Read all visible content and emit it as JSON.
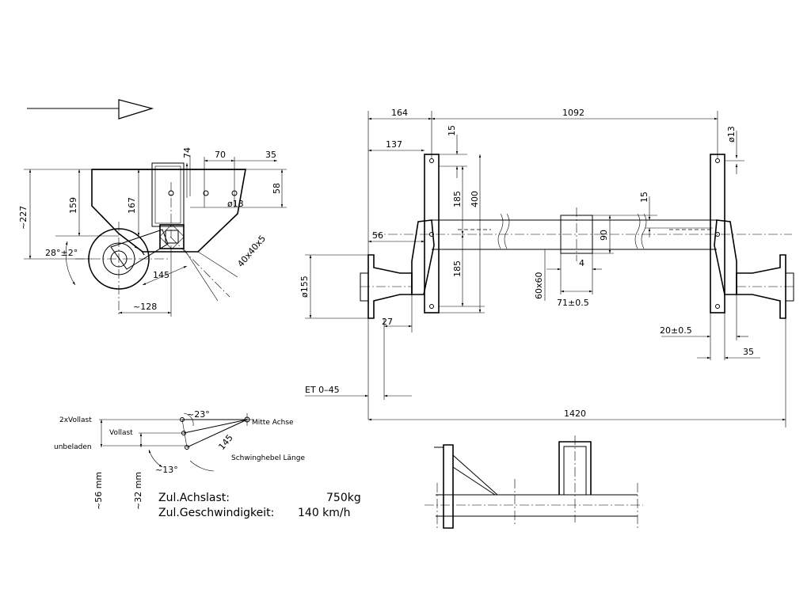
{
  "dimensions": {
    "side": {
      "d74": "74",
      "d70": "70",
      "d35": "35",
      "d58": "58",
      "d227": "~227",
      "d159": "159",
      "d167": "167",
      "d13": "ø13",
      "angle": "28°±2°",
      "d145": "145",
      "d128": "~128",
      "tube": "40x40x5"
    },
    "front": {
      "d164": "164",
      "d1092": "1092",
      "d13": "ø13",
      "d137": "137",
      "d15a": "15",
      "d185a": "185",
      "d400": "400",
      "d185b": "185",
      "d15b": "15",
      "d90": "90",
      "d56": "56",
      "d155": "ø155",
      "d60x60": "60x60",
      "d4": "4",
      "d71": "71±0.5",
      "d27": "27",
      "d20": "20±0.5",
      "d35": "35",
      "et": "ET 0–45",
      "d1420": "1420"
    }
  },
  "load_diagram": {
    "full_x2": "2xVollast",
    "full": "Vollast",
    "unloaded": "unbeladen",
    "angle23": "~23°",
    "angle13": "~13°",
    "axle_center": "Mitte Achse",
    "lever_value": "145",
    "lever_label": "Schwinghebel Länge",
    "mm56": "~56 mm",
    "mm32": "~32 mm"
  },
  "specs": [
    {
      "label": "Zul.Achslast:",
      "value": "750kg"
    },
    {
      "label": "Zul.Geschwindigkeit:",
      "value": "140  km/h"
    }
  ]
}
